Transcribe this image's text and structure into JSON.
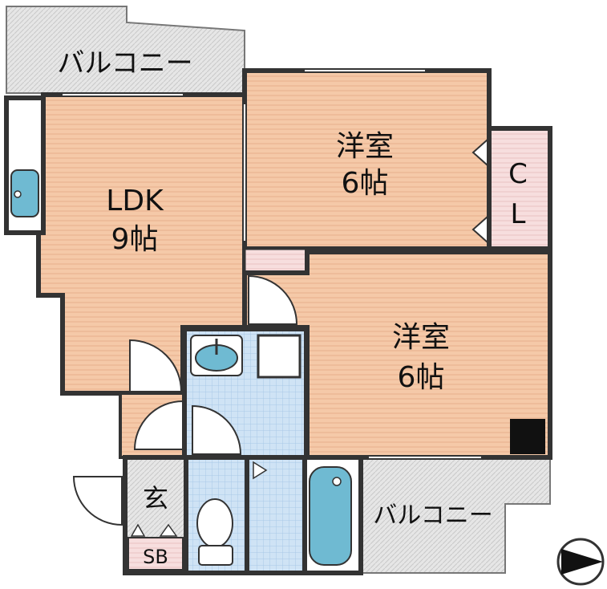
{
  "rooms": {
    "ldk": {
      "name": "LDK",
      "size": "9帖"
    },
    "western1": {
      "name": "洋室",
      "size": "6帖"
    },
    "western2": {
      "name": "洋室",
      "size": "6帖"
    },
    "closet": {
      "line1": "C",
      "line2": "L"
    },
    "entrance": {
      "name": "玄"
    },
    "shoebox": {
      "name": "SB"
    },
    "balcony_top": {
      "name": "バルコニー"
    },
    "balcony_bottom": {
      "name": "バルコニー"
    }
  },
  "colors": {
    "wall": "#333333",
    "room_floor": "#f5c9a8",
    "wet_area": "#cfe3f5",
    "balcony": "#e3e3e3",
    "closet": "#f7dede",
    "fixture": "#6fbad2"
  },
  "icons": {
    "compass": "north-arrow-icon"
  }
}
